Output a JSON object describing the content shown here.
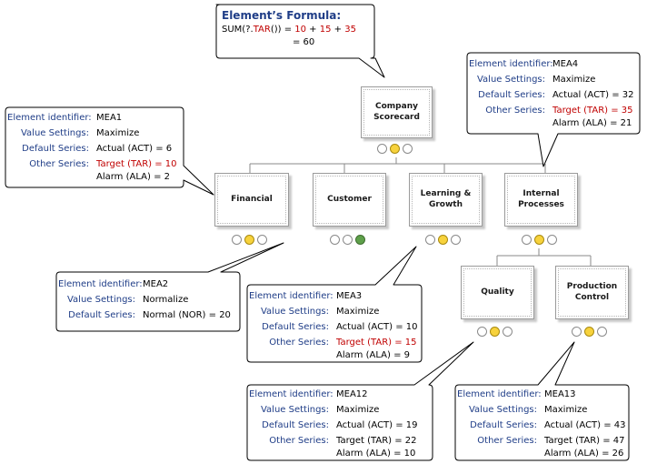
{
  "formula": {
    "title": "Element’s Formula:",
    "line1_prefix": "SUM(?.",
    "line1_tar": "TAR",
    "line1_mid": "()) = ",
    "line1_a": "10",
    "line1_plus1": " + ",
    "line1_b": "15",
    "line1_plus2": " + ",
    "line1_c": "35",
    "line2": "= 60"
  },
  "nodes": {
    "company": {
      "label": "Company\nScorecard",
      "lights": [
        "off",
        "yellow",
        "off"
      ]
    },
    "financial": {
      "label": "Financial",
      "lights": [
        "off",
        "yellow",
        "off"
      ]
    },
    "customer": {
      "label": "Customer",
      "lights": [
        "off",
        "off",
        "green"
      ]
    },
    "learning": {
      "label": "Learning &\nGrowth",
      "lights": [
        "off",
        "yellow",
        "off"
      ]
    },
    "internal": {
      "label": "Internal\nProcesses",
      "lights": [
        "off",
        "yellow",
        "off"
      ]
    },
    "quality": {
      "label": "Quality",
      "lights": [
        "off",
        "yellow",
        "off"
      ]
    },
    "production": {
      "label": "Production\nControl",
      "lights": [
        "off",
        "yellow",
        "off"
      ]
    }
  },
  "labels": {
    "id": "Element identifier:",
    "vs": "Value Settings:",
    "ds": "Default Series:",
    "os": "Other Series:"
  },
  "callouts": {
    "mea1": {
      "id": "MEA1",
      "vs": "Maximize",
      "ds": "Actual (ACT) = 6",
      "os": "Target (TAR) = 10",
      "os2": "Alarm (ALA) = 2"
    },
    "mea4": {
      "id": "MEA4",
      "vs": "Maximize",
      "ds": "Actual (ACT) = 32",
      "os": "Target (TAR) = 35",
      "os2": "Alarm (ALA) = 21"
    },
    "mea2": {
      "id": "MEA2",
      "vs": "Normalize",
      "ds": "Normal (NOR) = 20"
    },
    "mea3": {
      "id": "MEA3",
      "vs": "Maximize",
      "ds": "Actual (ACT) = 10",
      "os": "Target (TAR) = 15",
      "os2": "Alarm (ALA) = 9"
    },
    "mea12": {
      "id": "MEA12",
      "vs": "Maximize",
      "ds": "Actual (ACT) = 19",
      "os": "Target (TAR) = 22",
      "os2": "Alarm (ALA) = 10"
    },
    "mea13": {
      "id": "MEA13",
      "vs": "Maximize",
      "ds": "Actual (ACT) = 43",
      "os": "Target (TAR) = 47",
      "os2": "Alarm (ALA) = 26"
    }
  },
  "colors": {
    "label_blue": "#1f3d87",
    "highlight_red": "#c00000",
    "light_yellow": "#f7d23c",
    "light_green": "#5ea04a"
  }
}
